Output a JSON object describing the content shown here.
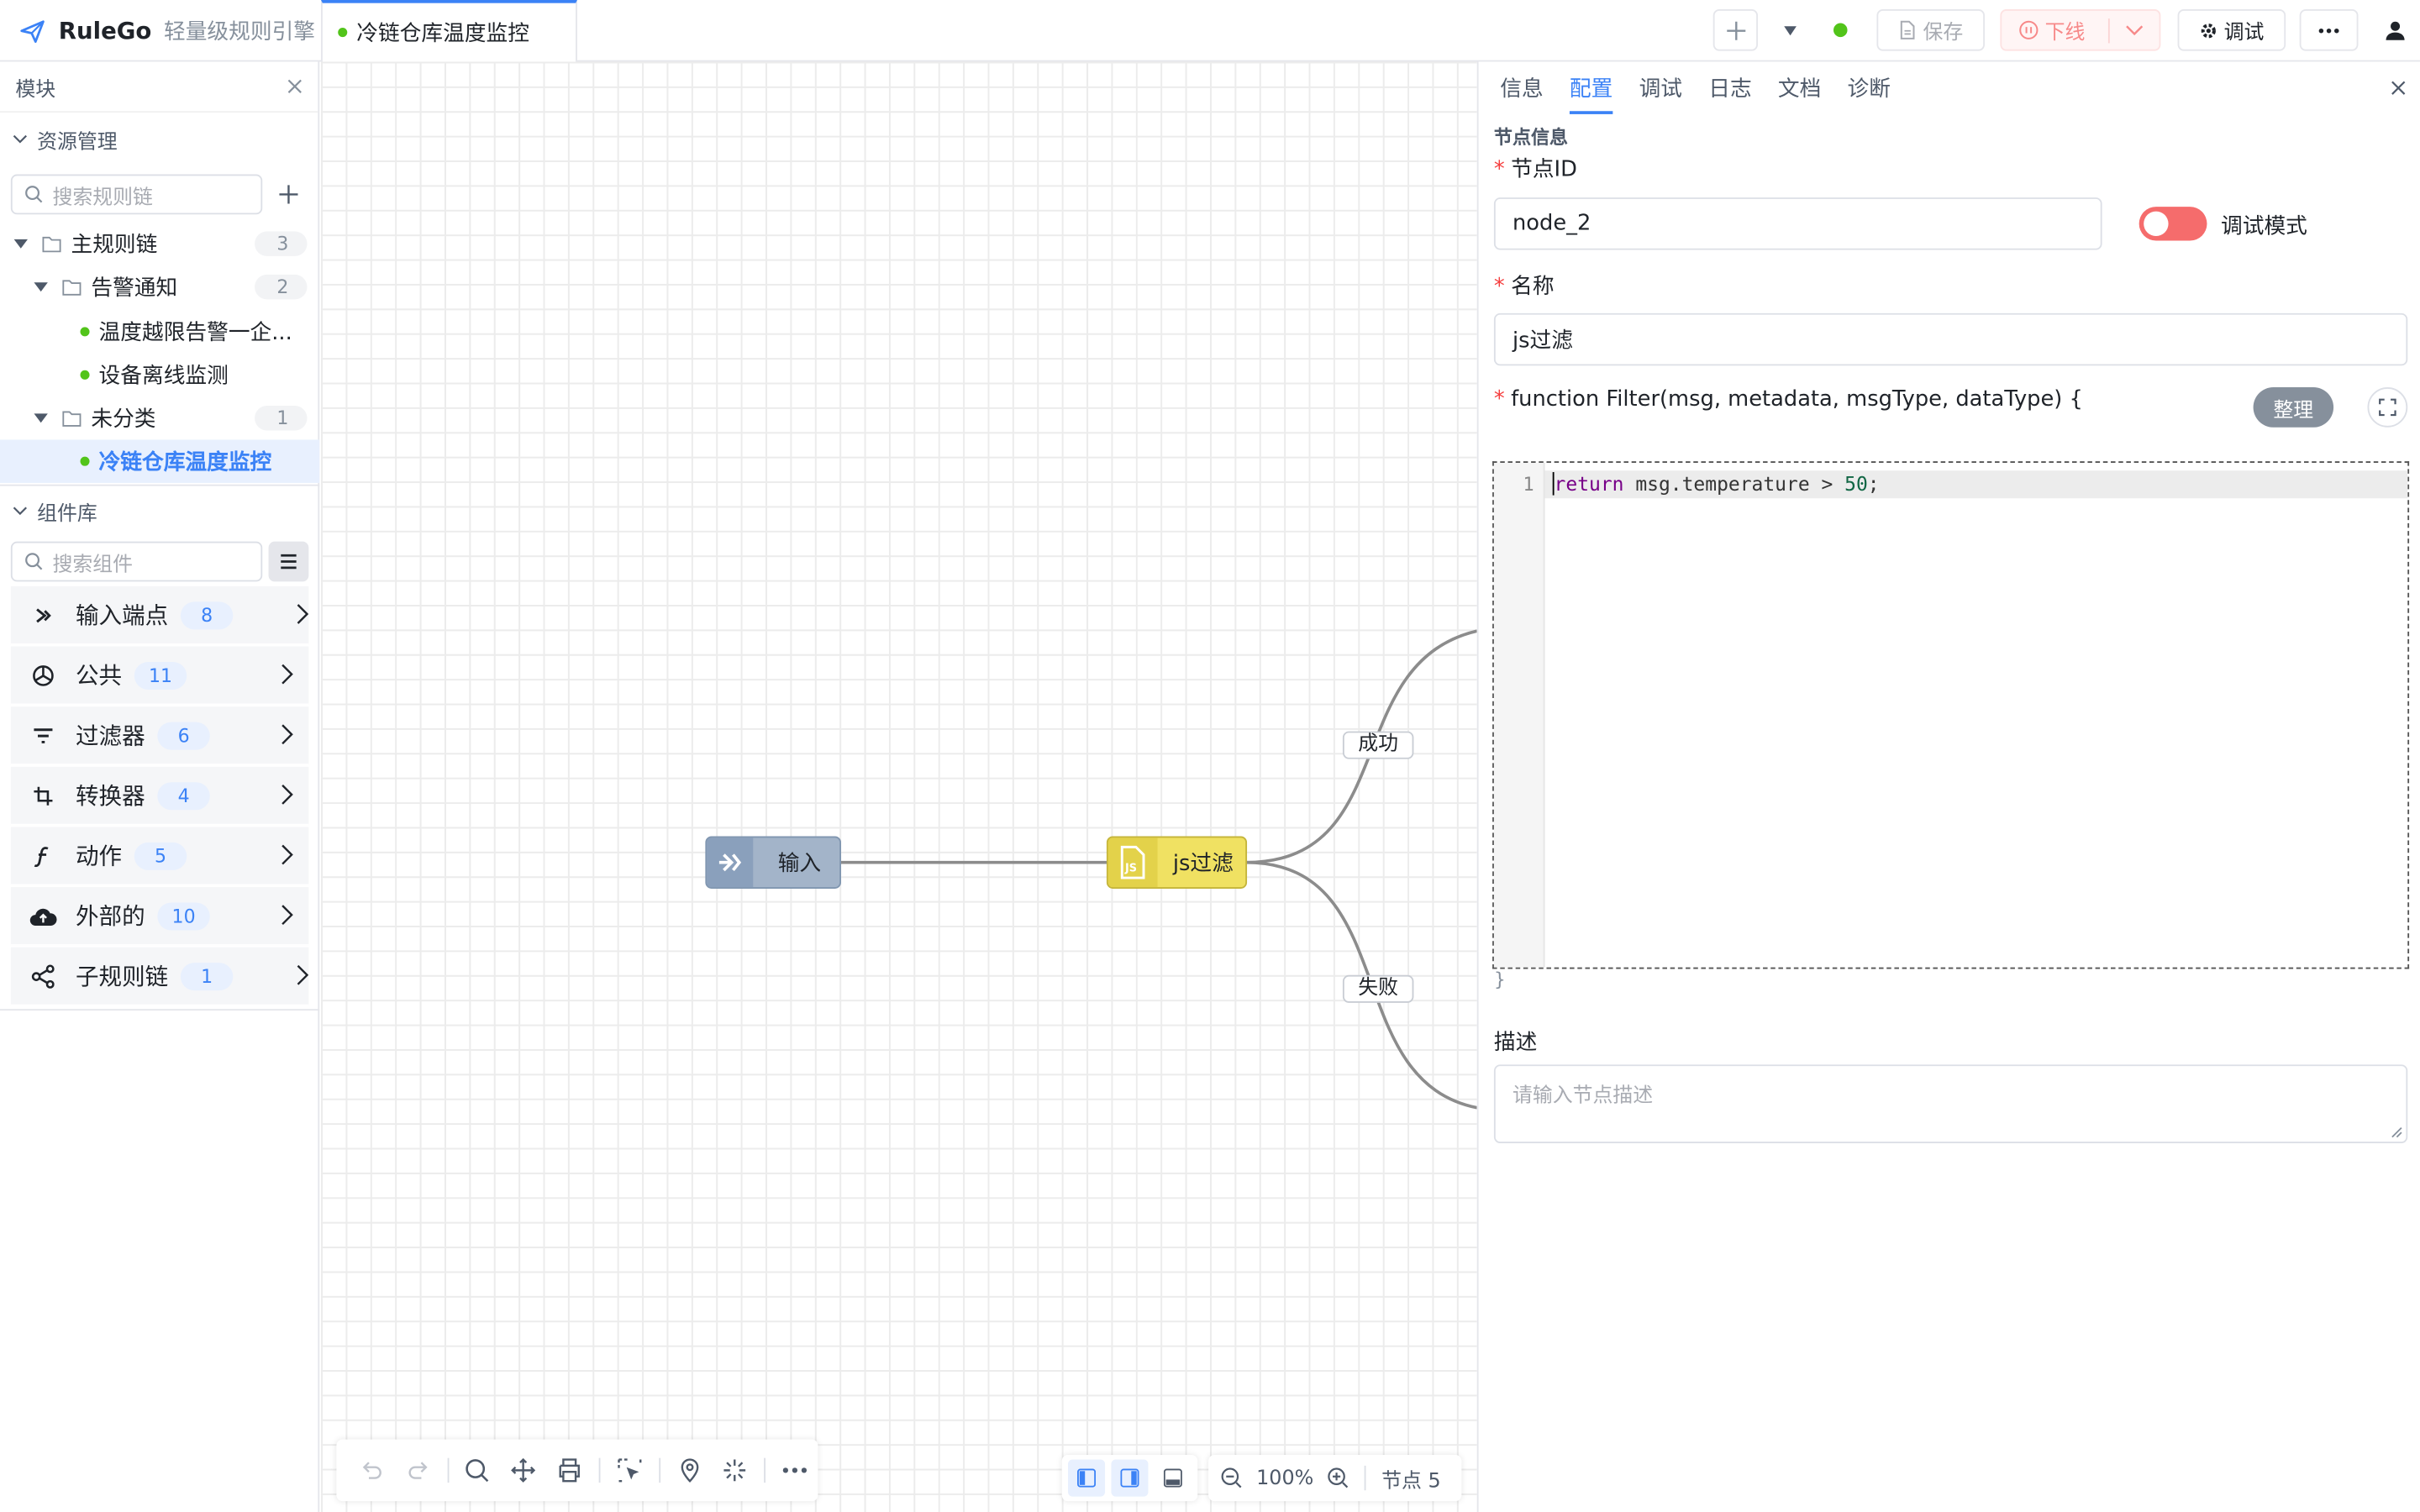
{
  "app": {
    "name": "RuleGo",
    "subtitle": "轻量级规则引擎"
  },
  "tab": {
    "title": "冷链仓库温度监控"
  },
  "toolbar": {
    "save_label": "保存",
    "offline_label": "下线",
    "debug_label": "调试"
  },
  "sidebar": {
    "header": "模块",
    "resources_title": "资源管理",
    "search_chains_placeholder": "搜索规则链",
    "tree": {
      "main_chain": {
        "label": "主规则链",
        "count": "3"
      },
      "alarm_folder": {
        "label": "告警通知",
        "count": "2"
      },
      "alarm_items": [
        "温度越限告警一企...",
        "设备离线监测"
      ],
      "uncategorized": {
        "label": "未分类",
        "count": "1"
      },
      "active_item": "冷链仓库温度监控"
    },
    "components_title": "组件库",
    "search_components_placeholder": "搜索组件",
    "components": [
      {
        "label": "输入端点",
        "count": "8",
        "icon": "input-endpoint-icon"
      },
      {
        "label": "公共",
        "count": "11",
        "icon": "common-icon"
      },
      {
        "label": "过滤器",
        "count": "6",
        "icon": "filter-icon"
      },
      {
        "label": "转换器",
        "count": "4",
        "icon": "transform-icon"
      },
      {
        "label": "动作",
        "count": "5",
        "icon": "function-icon"
      },
      {
        "label": "外部的",
        "count": "10",
        "icon": "cloud-upload-icon"
      },
      {
        "label": "子规则链",
        "count": "1",
        "icon": "share-icon"
      }
    ]
  },
  "canvas": {
    "nodes": {
      "input": "输入",
      "filter": "js过滤"
    },
    "edge_labels": {
      "success": "成功",
      "failure": "失败"
    },
    "zoom": "100%",
    "node_count": "节点 5"
  },
  "panel": {
    "tabs": [
      "信息",
      "配置",
      "调试",
      "日志",
      "文档",
      "诊断"
    ],
    "active_tab": "配置",
    "section_title": "节点信息",
    "node_id_label": "节点ID",
    "node_id_value": "node_2",
    "debug_mode_label": "调试模式",
    "name_label": "名称",
    "name_value": "js过滤",
    "function_signature": "function Filter(msg, metadata, msgType, dataType) {",
    "format_button": "整理",
    "code": {
      "line_number": "1",
      "keyword": "return",
      "expr": " msg.temperature > ",
      "number": "50",
      "end": ";"
    },
    "closing_brace": "}",
    "description_label": "描述",
    "description_placeholder": "请输入节点描述"
  },
  "colors": {
    "accent": "#3b82f6",
    "status_green": "#52c41a",
    "danger": "#f53f3f",
    "input_node": "#9fb2c9",
    "filter_node": "#f0e162"
  }
}
